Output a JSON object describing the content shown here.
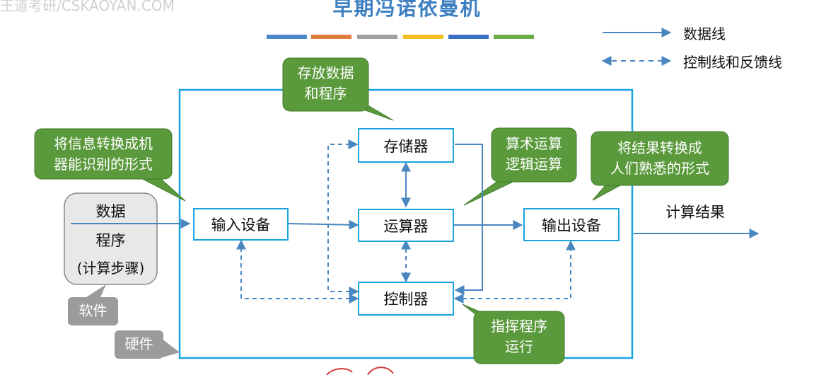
{
  "title": "早期冯诺依曼机",
  "watermark": "王道考研/CSKAOYAN.COM",
  "accent_bars": [
    "#4a89c8",
    "#e07b3a",
    "#a0a0a0",
    "#f2bf1f",
    "#3a6fc4",
    "#6aad45"
  ],
  "legend": {
    "data_line": "数据线",
    "control_line": "控制线和反馈线"
  },
  "components": {
    "memory": "存储器",
    "alu": "运算器",
    "controller": "控制器",
    "input": "输入设备",
    "output": "输出设备"
  },
  "software_box": {
    "line1": "数据",
    "line2": "程序",
    "line3": "(计算步骤)"
  },
  "result_label": "计算结果",
  "callouts": {
    "memory": [
      "存放数据",
      "和程序"
    ],
    "input": [
      "将信息转换成机",
      "器能识别的形式"
    ],
    "alu": [
      "算术运算",
      "逻辑运算"
    ],
    "output": [
      "将结果转换成",
      "人们熟悉的形式"
    ],
    "controller": [
      "指挥程序",
      "运行"
    ],
    "software": "软件",
    "hardware": "硬件"
  },
  "colors": {
    "frame": "#1aa3dd",
    "arrow": "#4a86c0",
    "callout_green": "#5b9a3c",
    "callout_gray": "#9b9b9b",
    "title": "#3d7fc1"
  }
}
